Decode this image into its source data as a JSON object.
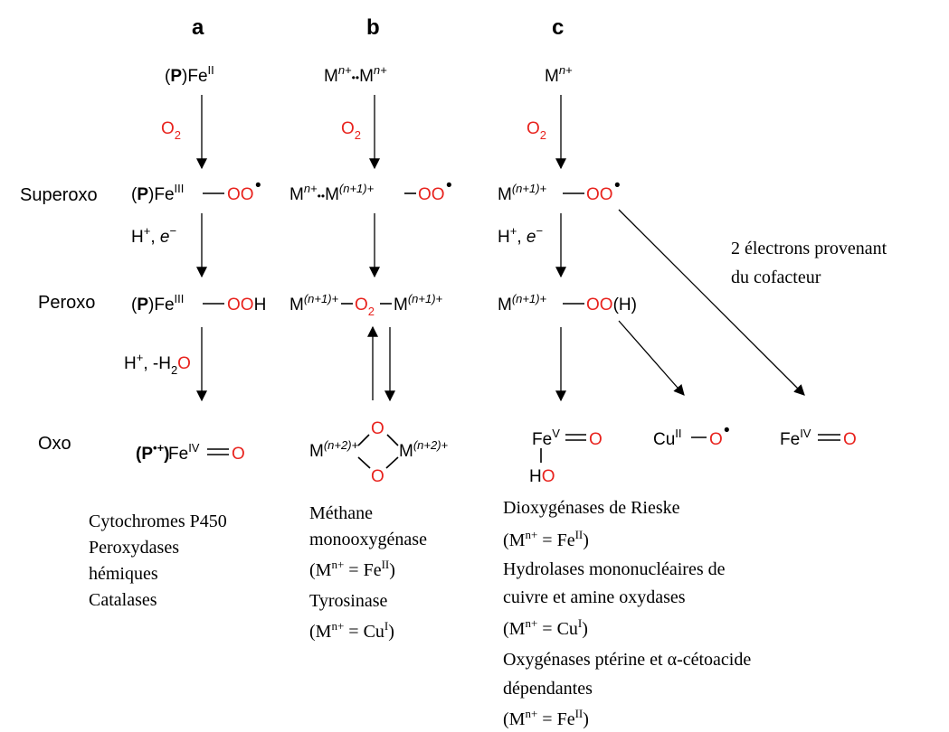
{
  "columns": {
    "a": "a",
    "b": "b",
    "c": "c"
  },
  "rows": {
    "superoxo": "Superoxo",
    "peroxo": "Peroxo",
    "oxo": "Oxo"
  },
  "reagents": {
    "o2": "O",
    "o2_sub": "2",
    "h": "H",
    "plus": "+",
    "comma": ", ",
    "e": "e",
    "minus": "−",
    "minus_h2o_prefix": ", -H",
    "h2o_sub": "2",
    "h2o_o": "O"
  },
  "species": {
    "P": "P",
    "Fe": "Fe",
    "ox_II": "II",
    "ox_III": "III",
    "ox_IV": "IV",
    "ox_V": "V",
    "dash": "—",
    "OO": "OO",
    "radical": "•",
    "H": "H",
    "O": "O",
    "M": "M",
    "n_plus": "n+",
    "n1_plus": "(n+1)+",
    "n2_plus": "(n+2)+",
    "dots": "••",
    "dash_short": "–",
    "O2": "O",
    "O2_sub": "2",
    "OOH_paren": "(H)",
    "HO_H": "H",
    "Cu": "Cu",
    "Pradical_plus": "•+",
    "eq": "="
  },
  "annotations": {
    "cofactor_line1": "2 électrons provenant",
    "cofactor_line2": "du cofacteur"
  },
  "captions": {
    "a": [
      "Cytochromes P450",
      "Peroxydases",
      "hémiques",
      "Catalases"
    ],
    "b": {
      "line1": "Méthane",
      "line2": "monooxygénase",
      "line3_pre": "(M",
      "line3_sup": "n+",
      "line3_mid": " = Fe",
      "line3_sup2": "II",
      "line3_post": ")",
      "line4": "Tyrosinase",
      "line5_pre": "(M",
      "line5_sup": "n+",
      "line5_mid": " = Cu",
      "line5_sup2": "I",
      "line5_post": ")"
    },
    "c": {
      "line1": "Dioxygénases de Rieske",
      "line2_pre": "(M",
      "line2_sup": "n+",
      "line2_mid": " = Fe",
      "line2_sup2": "II",
      "line2_post": ")",
      "line3": "Hydrolases mononucléaires de",
      "line4": "cuivre et amine oxydases",
      "line5_pre": "(M",
      "line5_sup": "n+",
      "line5_mid": " = Cu",
      "line5_sup2": "I",
      "line5_post": ")",
      "line6": "Oxygénases ptérine et α-cétoacide",
      "line7": "dépendantes",
      "line8_pre": "(M",
      "line8_sup": "n+",
      "line8_mid": " = Fe",
      "line8_sup2": "II",
      "line8_post": ")"
    }
  },
  "colors": {
    "oxygen": "#e8231e",
    "text": "#000000"
  }
}
